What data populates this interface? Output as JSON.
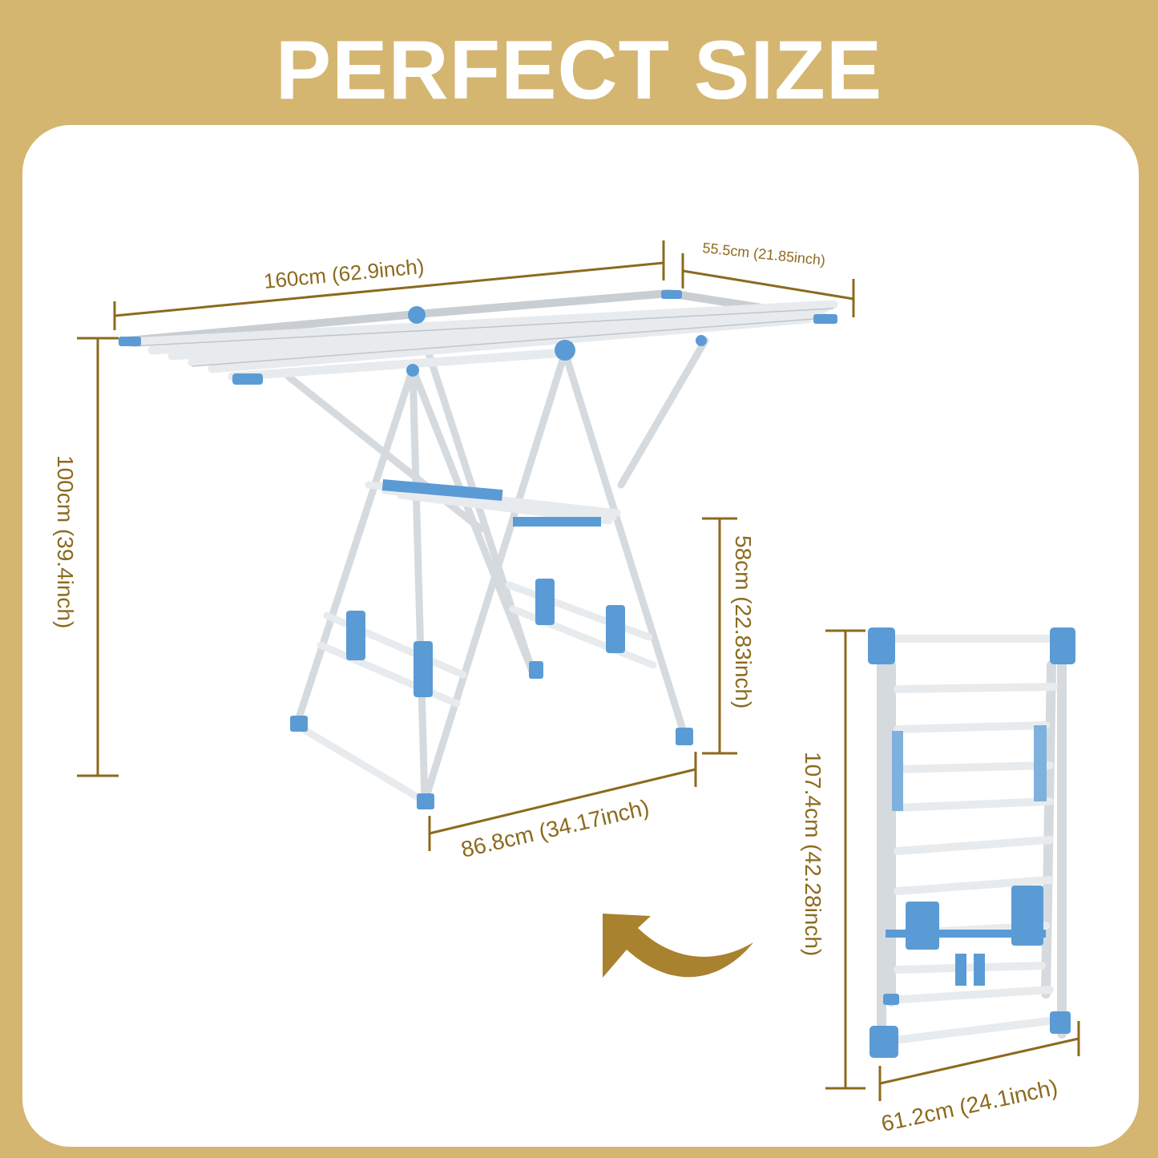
{
  "title": "PERFECT SIZE",
  "dimensions": {
    "length": "160cm (62.9inch)",
    "depth": "55.5cm (21.85inch)",
    "height": "100cm (39.4inch)",
    "lower_height": "58cm (22.83inch)",
    "base_width": "86.8cm (34.17inch)",
    "folded_height": "107.4cm (42.28inch)",
    "folded_width": "61.2cm (24.1inch)"
  },
  "colors": {
    "background": "#D4B671",
    "dimension": "#8C6A1E",
    "accent": "#5B9BD5",
    "frame": "#E8EBEE"
  },
  "icons": [
    "curved-arrow-icon"
  ]
}
